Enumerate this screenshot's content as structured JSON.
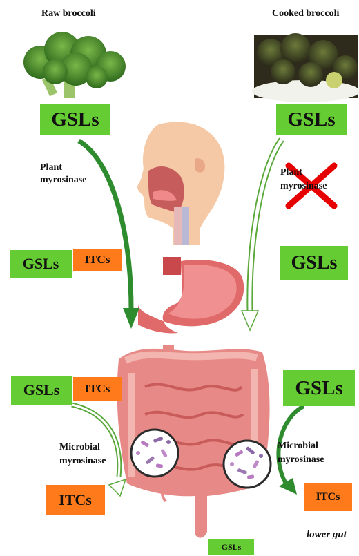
{
  "top": {
    "raw_title": "Raw broccoli",
    "cooked_title": "Cooked broccoli"
  },
  "boxes": {
    "gsl_raw": "GSLs",
    "gsl_cooked": "GSLs",
    "gsl_stomach_left": "GSLs",
    "itc_stomach_left": "ITCs",
    "gsl_stomach_right": "GSLs",
    "gsl_intestine_left": "GSLs",
    "itc_intestine_left": "ITCs",
    "gsl_intestine_right": "GSLs",
    "itc_bottom_left": "ITCs",
    "itc_bottom_right": "ITCs",
    "gsl_bottom": "GSLs"
  },
  "labels": {
    "plant_myrosinase_left": "Plant\nmyrosinase",
    "plant_myrosinase_right": "Plant\nmyrosinase",
    "microbial_left": "Microbial\nmyrosinase",
    "microbial_right": "Microbial\nmyrosinase",
    "lower_gut": "lower gut"
  },
  "colors": {
    "gsl_green": "#66cc33",
    "itc_orange": "#ff7a1a",
    "arrow_dark_green": "#2e8b2e",
    "cross_red": "#e60000"
  }
}
